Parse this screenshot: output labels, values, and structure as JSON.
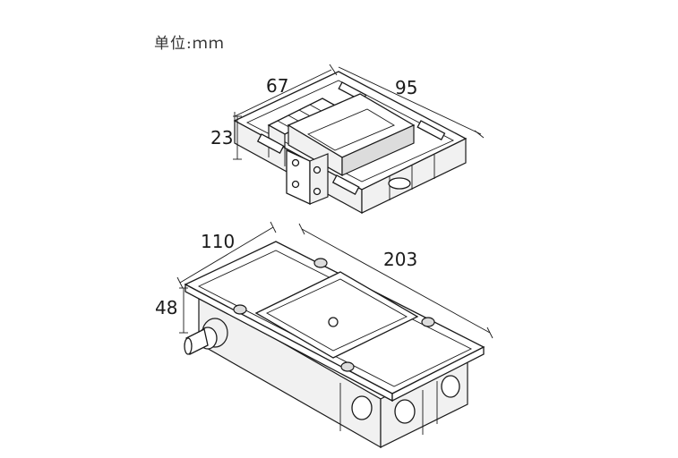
{
  "unit_label": "单位:ｍｍ",
  "top_view": {
    "dim_depth": "67",
    "dim_length": "95",
    "dim_height": "23"
  },
  "bottom_view": {
    "dim_depth": "110",
    "dim_length": "203",
    "dim_height": "48"
  }
}
